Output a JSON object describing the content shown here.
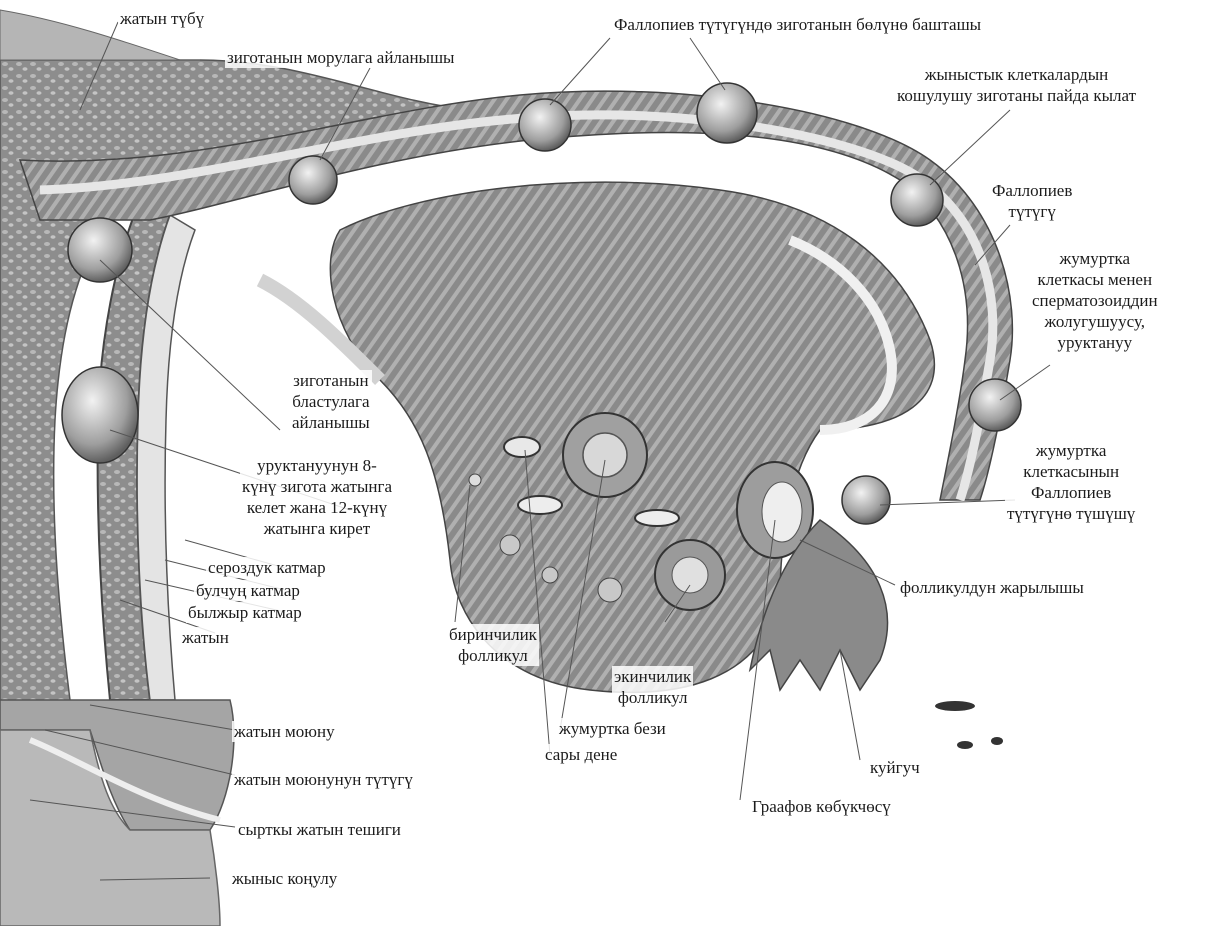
{
  "labels": {
    "fundus": "жатын түбү",
    "morula": "зиготанын морулага айланышы",
    "cleavage": "Фаллопиев түтүгүндө зиготанын бөлүнө башташы",
    "zygote_formation": "жыныстык клеткалардын\nкошулушу зиготаны пайда кылат",
    "fallopian_tube": "Фаллопиев\nтүтүгү",
    "fertilization": "жумуртка\nклеткасы менен\nсперматозоиддин\nжолугушуусу,\nуруктануу",
    "blastula": "зиготанын\nбластулага\nайланышы",
    "implantation": "уруктануунун 8-\nкүнү зигота жатынга\nкелет жана 12-күнү\nжатынга кирет",
    "serous_layer": "сероздук катмар",
    "muscle_layer": "булчуң катмар",
    "mucous_layer": "былжыр катмар",
    "uterus": "жатын",
    "egg_entry": "жумуртка\nклеткасынын\nФаллопиев\nтүтүгүнө түшүшү",
    "ovulation": "фолликулдун жарылышы",
    "primary_follicle": "биринчилик\nфолликул",
    "secondary_follicle": "экинчилик\nфолликул",
    "ovary": "жумуртка бези",
    "corpus_luteum": "сары дене",
    "fimbriae": "куйгуч",
    "graafian_follicle": "Граафов көбүкчөсү",
    "cervix": "жатын моюну",
    "cervical_canal": "жатын моюнунун түтүгү",
    "external_os": "сырткы жатын тешиги",
    "vagina": "жыныс коңулу"
  },
  "colors": {
    "tissue_dark": "#6f6f6f",
    "tissue_mid": "#9a9a9a",
    "tissue_light": "#c9c9c9",
    "lumen": "#eeeeee",
    "line": "#444444"
  }
}
